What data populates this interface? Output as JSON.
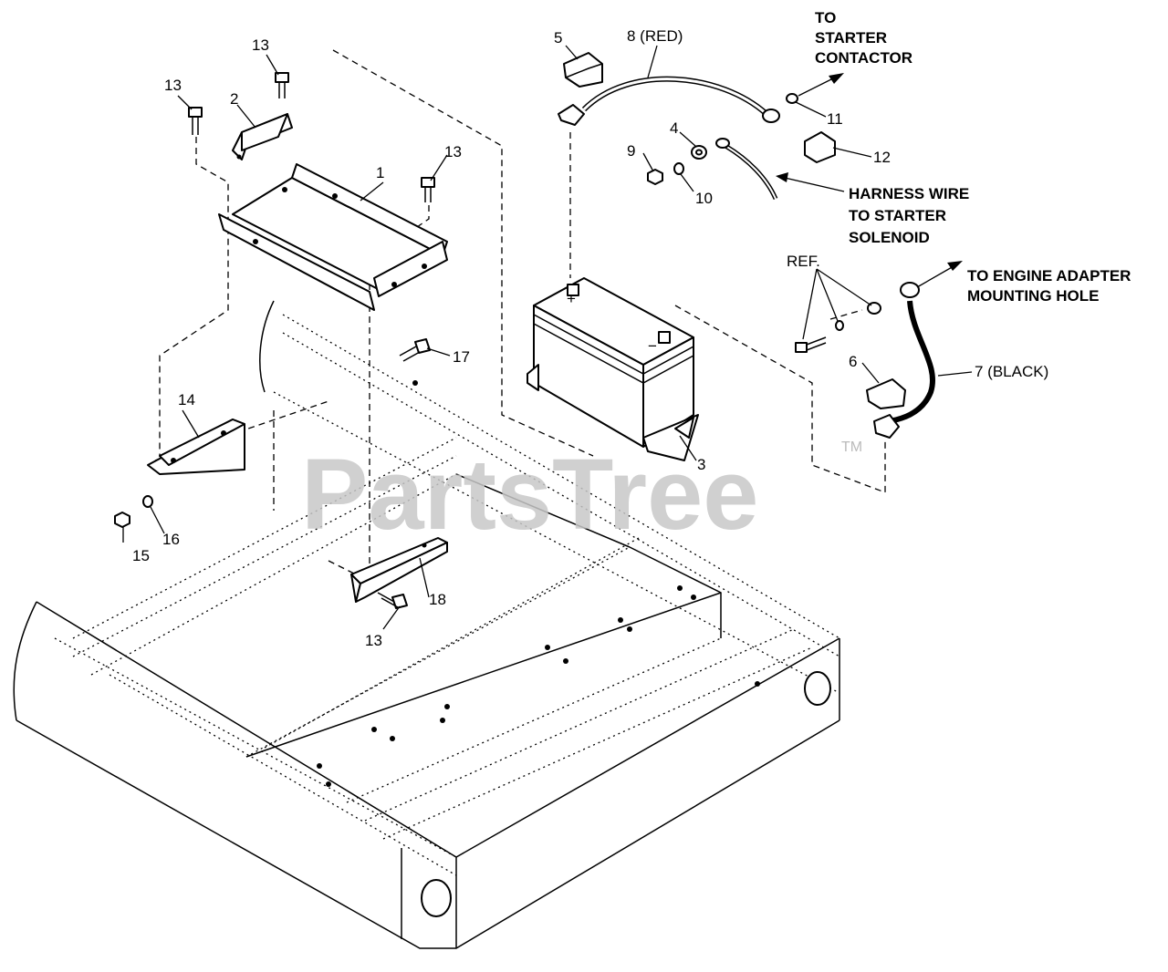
{
  "diagram": {
    "watermark": "PartsTree",
    "trademark": "TM",
    "callouts": {
      "c1": "1",
      "c2": "2",
      "c3": "3",
      "c4": "4",
      "c5": "5",
      "c6": "6",
      "c7": "7 (BLACK)",
      "c8": "8 (RED)",
      "c9": "9",
      "c10": "10",
      "c11": "11",
      "c12": "12",
      "c13a": "13",
      "c13b": "13",
      "c13c": "13",
      "c13d": "13",
      "c14": "14",
      "c15": "15",
      "c16": "16",
      "c17": "17",
      "c18": "18",
      "ref": "REF."
    },
    "notes": {
      "starter_l1": "TO",
      "starter_l2": "STARTER",
      "starter_l3": "CONTACTOR",
      "harness_l1": "HARNESS WIRE",
      "harness_l2": "TO STARTER",
      "harness_l3": "SOLENOID",
      "engine_l1": "TO ENGINE ADAPTER",
      "engine_l2": "MOUNTING HOLE"
    },
    "battery_marks": {
      "positive": "+",
      "negative": "−"
    }
  }
}
